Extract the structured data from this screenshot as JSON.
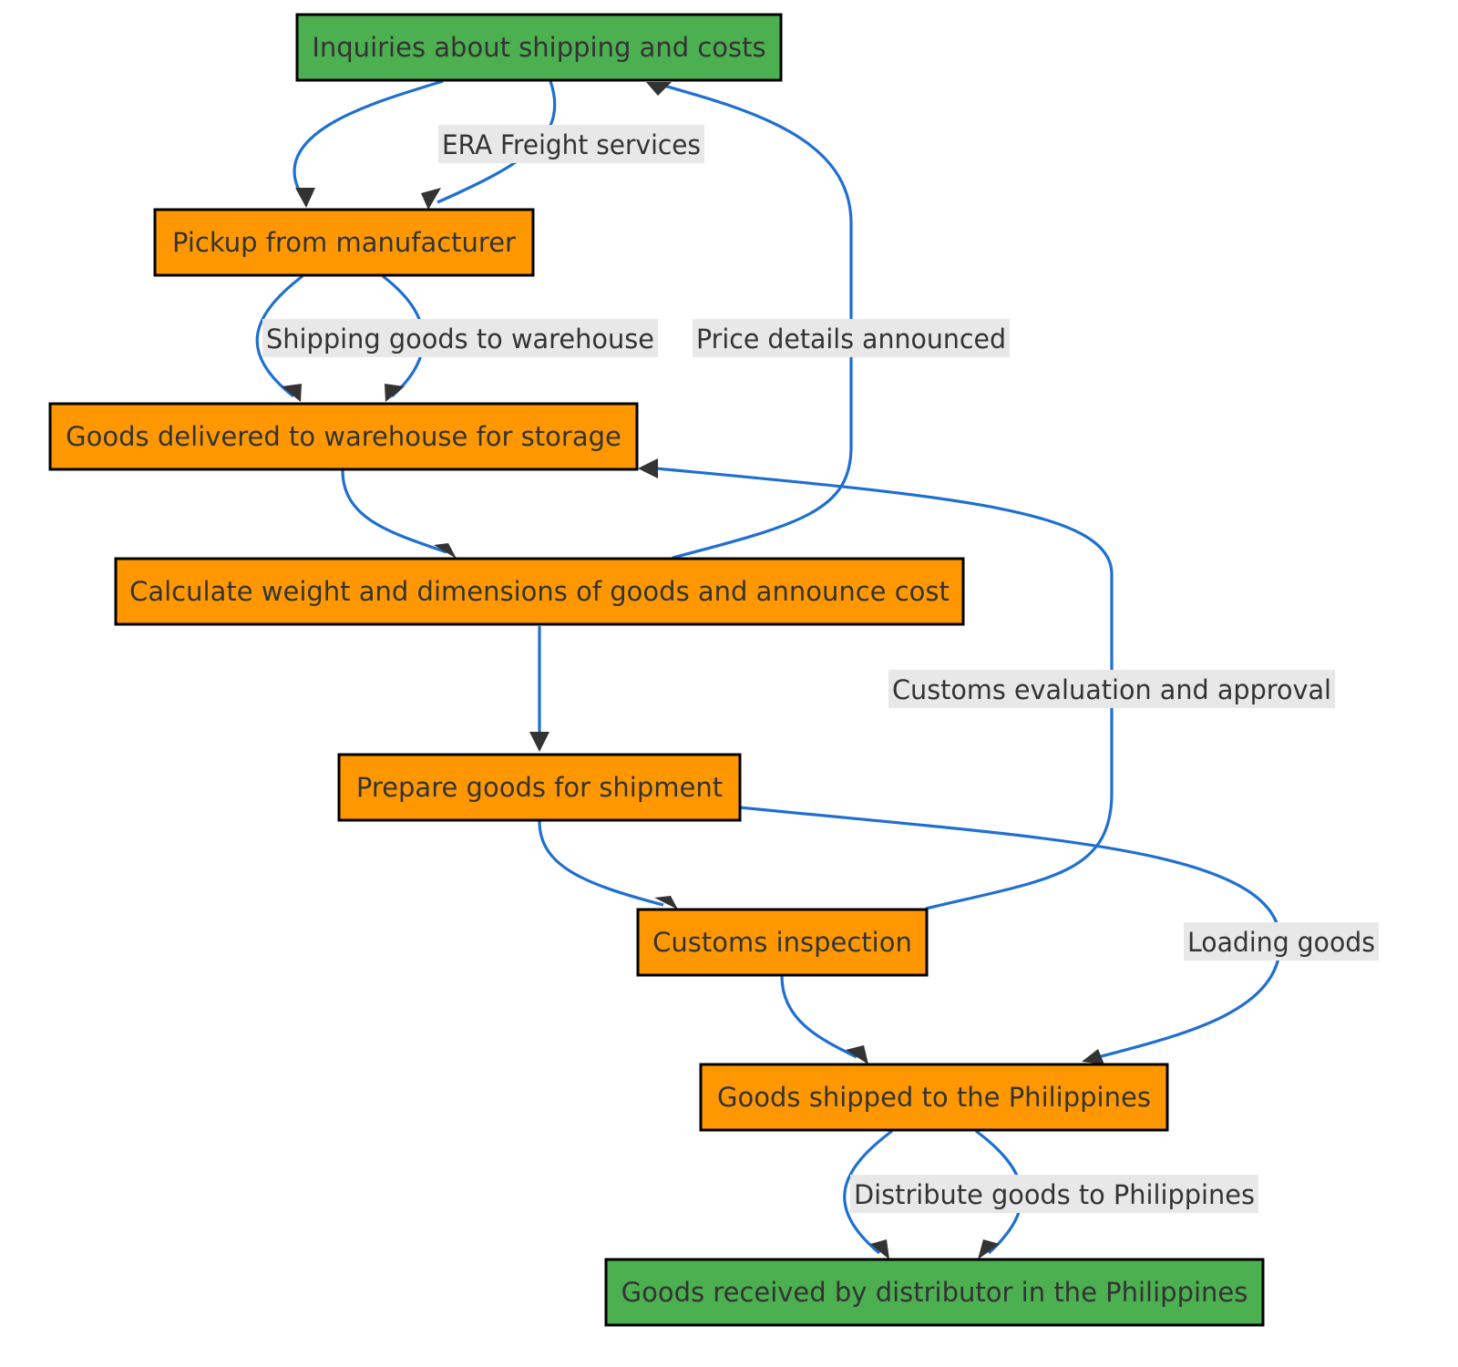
{
  "diagram": {
    "colors": {
      "terminal_fill": "#4caf50",
      "step_fill": "#ff9800",
      "edge": "#1f6fd1",
      "label_bg": "#e8e8e8"
    },
    "nodes": [
      {
        "id": "inquiries",
        "label": "Inquiries about shipping and costs",
        "kind": "terminal"
      },
      {
        "id": "pickup",
        "label": "Pickup from manufacturer",
        "kind": "step"
      },
      {
        "id": "warehouse",
        "label": "Goods delivered to warehouse for storage",
        "kind": "step"
      },
      {
        "id": "calculate",
        "label": "Calculate weight and dimensions of goods and announce cost",
        "kind": "step"
      },
      {
        "id": "prepare",
        "label": "Prepare goods for shipment",
        "kind": "step"
      },
      {
        "id": "customs",
        "label": "Customs inspection",
        "kind": "step"
      },
      {
        "id": "shipped",
        "label": "Goods shipped to the Philippines",
        "kind": "step"
      },
      {
        "id": "received",
        "label": "Goods received by distributor in the Philippines",
        "kind": "terminal"
      }
    ],
    "edges": [
      {
        "from": "inquiries",
        "to": "pickup",
        "label": ""
      },
      {
        "from": "inquiries",
        "to": "pickup",
        "label": "ERA Freight services"
      },
      {
        "from": "pickup",
        "to": "warehouse",
        "label": ""
      },
      {
        "from": "pickup",
        "to": "warehouse",
        "label": "Shipping goods to warehouse"
      },
      {
        "from": "warehouse",
        "to": "calculate",
        "label": ""
      },
      {
        "from": "calculate",
        "to": "inquiries",
        "label": "Price details announced"
      },
      {
        "from": "calculate",
        "to": "prepare",
        "label": ""
      },
      {
        "from": "prepare",
        "to": "customs",
        "label": ""
      },
      {
        "from": "customs",
        "to": "warehouse",
        "label": "Customs evaluation and approval"
      },
      {
        "from": "prepare",
        "to": "shipped",
        "label": "Loading goods"
      },
      {
        "from": "customs",
        "to": "shipped",
        "label": ""
      },
      {
        "from": "shipped",
        "to": "received",
        "label": ""
      },
      {
        "from": "shipped",
        "to": "received",
        "label": "Distribute goods to Philippines"
      }
    ]
  }
}
